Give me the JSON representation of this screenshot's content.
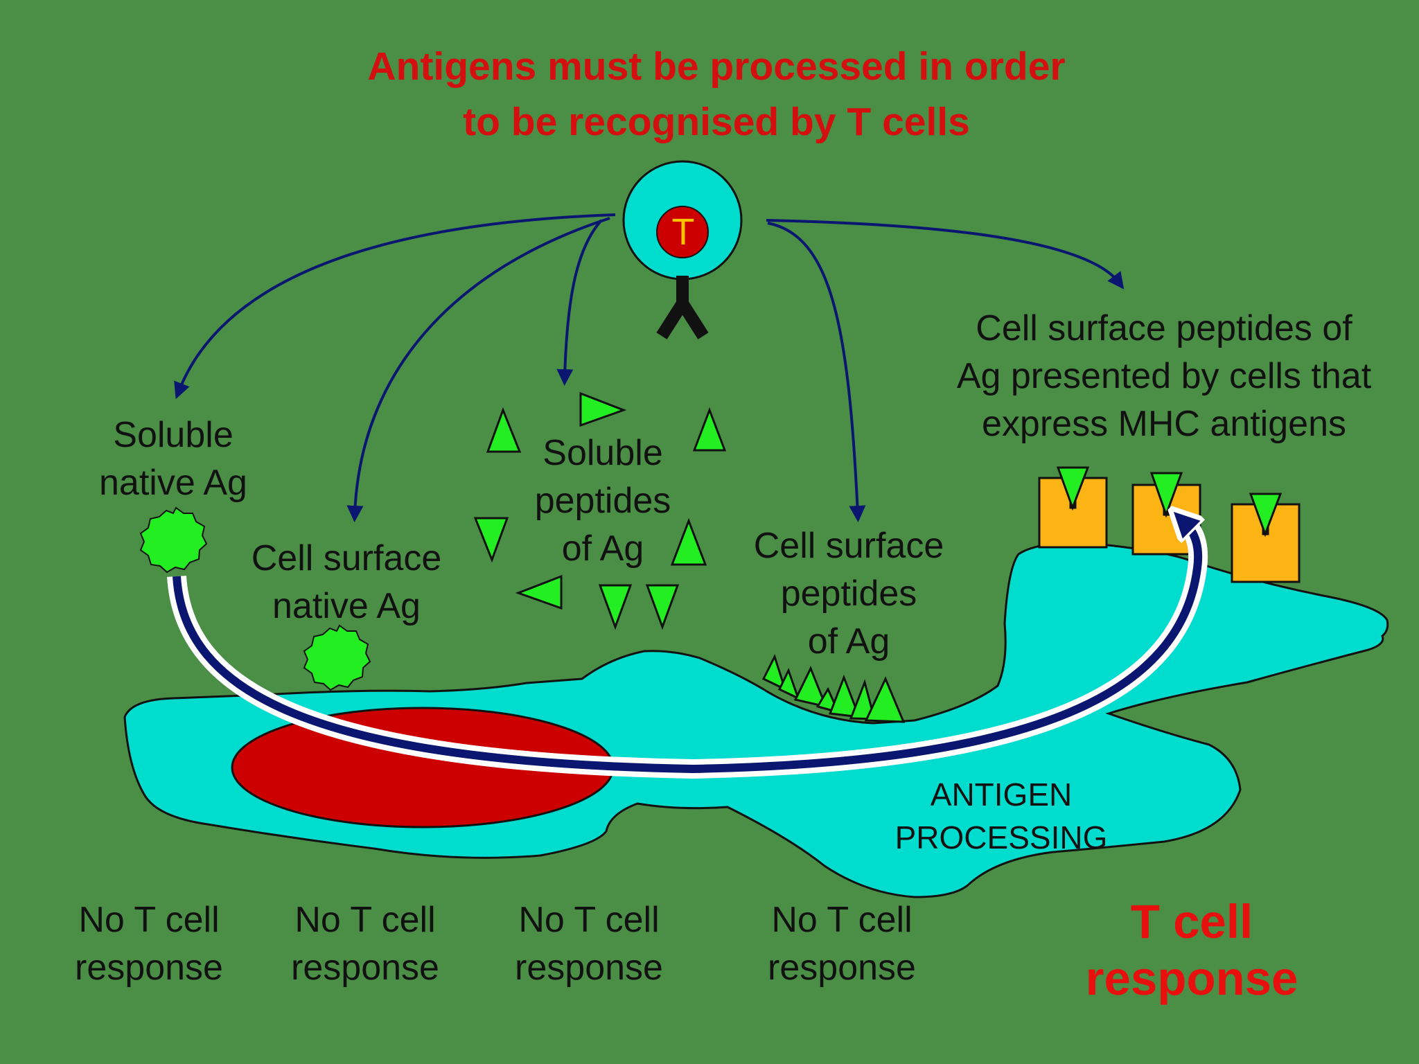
{
  "title": {
    "line1": "Antigens must be processed in order",
    "line2": "to be recognised by T cells"
  },
  "t_cell": {
    "letter": "T"
  },
  "labels": {
    "soluble_native": [
      "Soluble",
      "native Ag"
    ],
    "cell_surface_native": [
      "Cell surface",
      "native Ag"
    ],
    "soluble_peptides": [
      "Soluble",
      "peptides",
      "of Ag"
    ],
    "cell_surface_peptides": [
      "Cell surface",
      "peptides",
      "of Ag"
    ],
    "mhc_presented": [
      "Cell surface peptides of",
      "Ag presented by cells that",
      "express MHC antigens"
    ],
    "processing": [
      "ANTIGEN",
      "PROCESSING"
    ]
  },
  "responses": [
    [
      "No T cell",
      "response"
    ],
    [
      "No T cell",
      "response"
    ],
    [
      "No T cell",
      "response"
    ],
    [
      "No T cell",
      "response"
    ],
    [
      "T cell",
      "response"
    ]
  ],
  "colors": {
    "background": "#4a8f45",
    "cell": "#00dccd",
    "nucleus": "#cc0000",
    "antigen": "#22ee22",
    "mhc": "#fbb414",
    "arrow": "#0a1670",
    "title": "#d40f0f"
  }
}
